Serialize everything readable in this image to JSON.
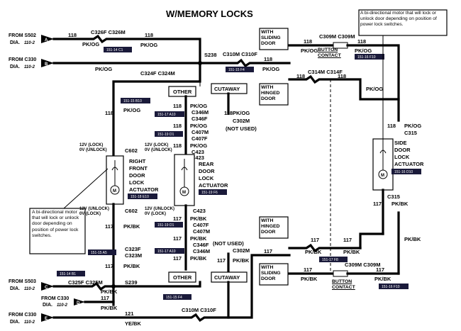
{
  "title": "W/MEMORY LOCKS",
  "sources": [
    {
      "from": "FROM S502",
      "dia": "DIA.",
      "dia_ref": "110-2",
      "letter": "A"
    },
    {
      "from": "FROM C330",
      "dia": "DIA.",
      "dia_ref": "110-2",
      "letter": "B"
    },
    {
      "from": "FROM S503",
      "dia": "DIA.",
      "dia_ref": "110-2",
      "letter": "C"
    },
    {
      "from": "FROM C330",
      "dia": "DIA.",
      "dia_ref": "110-2",
      "letter": "D"
    },
    {
      "from": "FROM C330",
      "dia": "DIA.",
      "dia_ref": "110-2",
      "letter": "E"
    }
  ],
  "wire_labels": {
    "w118": "118",
    "w117": "117",
    "w121": "121",
    "pkog": "PK/OG",
    "pkbk": "PK/BK",
    "yebk": "YE/BK"
  },
  "connectors": {
    "c326": "C326F C326M",
    "s238": "S238",
    "c310": "C310M C310F",
    "c324": "C324F C324M",
    "c346m": "C346M",
    "c346f": "C346F",
    "c407m": "C407M",
    "c407f": "C407F",
    "c423": "C423",
    "c602": "C602",
    "c302m": "C302M",
    "c323f": "C323F",
    "c323m": "C323M",
    "c325": "C325F C325M",
    "s239": "S239",
    "c309": "C309M C309M",
    "c309b": "C309M C309M",
    "c314": "C314M C314F",
    "c315": "C315",
    "not_used": "(NOT USED)"
  },
  "voltages": {
    "lock_unlock_12_0": "12V (LOCK)",
    "unlock_0": "0V (UNLOCK)",
    "unlock_12": "12V (UNLOCK)",
    "lock_0": "0V (LOCK)"
  },
  "options": {
    "other": "OTHER",
    "cutaway": "CUTAWAY",
    "sliding": "WITH SLIDING DOOR",
    "hinged": "WITH HINGED DOOR"
  },
  "actuators": {
    "right_front": [
      "RIGHT",
      "FRONT",
      "DOOR",
      "LOCK",
      "ACTUATOR"
    ],
    "rear": [
      "REAR",
      "DOOR",
      "LOCK",
      "ACTUATOR"
    ],
    "side": [
      "SIDE",
      "DOOR",
      "LOCK",
      "ACTUATOR"
    ]
  },
  "button_contact": "BUTTON CONTACT",
  "motor_letter": "M",
  "notes": {
    "top_right": "A bi-directional motor that will lock or unlock door depending on position of power lock switches.",
    "left": "A bi-directional motor that will lock or unlock door depending on position of power lock switches."
  },
  "refs": {
    "r1": "151-14 C1",
    "r2": "151-15 F4",
    "r3": "151-15 B10",
    "r4": "151-17 A10",
    "r5": "151-19 D1",
    "r6": "151-18 E10",
    "r7": "151-19 F6",
    "r8": "151-19 D1",
    "r9": "151-17 A10",
    "r10": "151-15 A5",
    "r11": "151-14 B1",
    "r12": "151-15 F4",
    "r13": "151-16 F10",
    "r14": "151-16 D10",
    "r15": "151-17 F8",
    "r16": "151-16 F10"
  }
}
